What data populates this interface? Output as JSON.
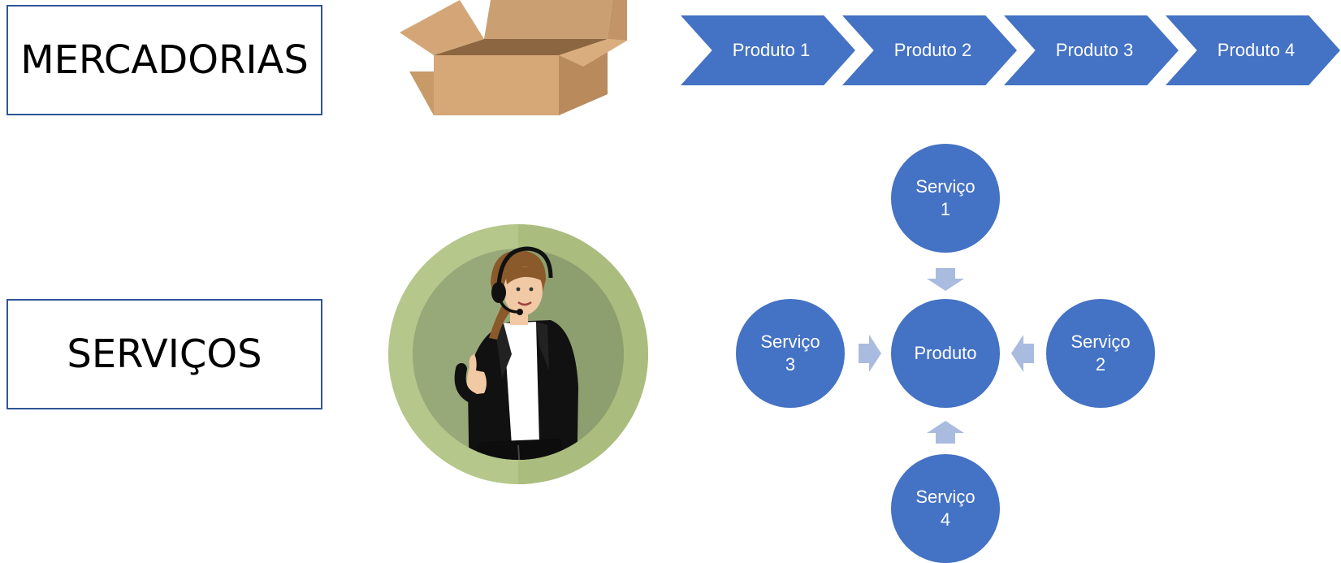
{
  "labels": {
    "goods": "MERCADORIAS",
    "services": "SERVIÇOS"
  },
  "process_steps": [
    "Produto 1",
    "Produto 2",
    "Produto 3",
    "Produto 4"
  ],
  "hub": {
    "center": "Produto",
    "top": "Serviço 1",
    "right": "Serviço 2",
    "left": "Serviço 3",
    "bottom": "Serviço 4"
  },
  "colors": {
    "shape_fill": "#4472c4",
    "arrow_fill": "#a9bbdf",
    "label_border": "#2f5597",
    "shape_text": "#ffffff"
  },
  "icons": {
    "goods": "open-cardboard-box-icon",
    "services": "support-agent-headset-icon"
  }
}
